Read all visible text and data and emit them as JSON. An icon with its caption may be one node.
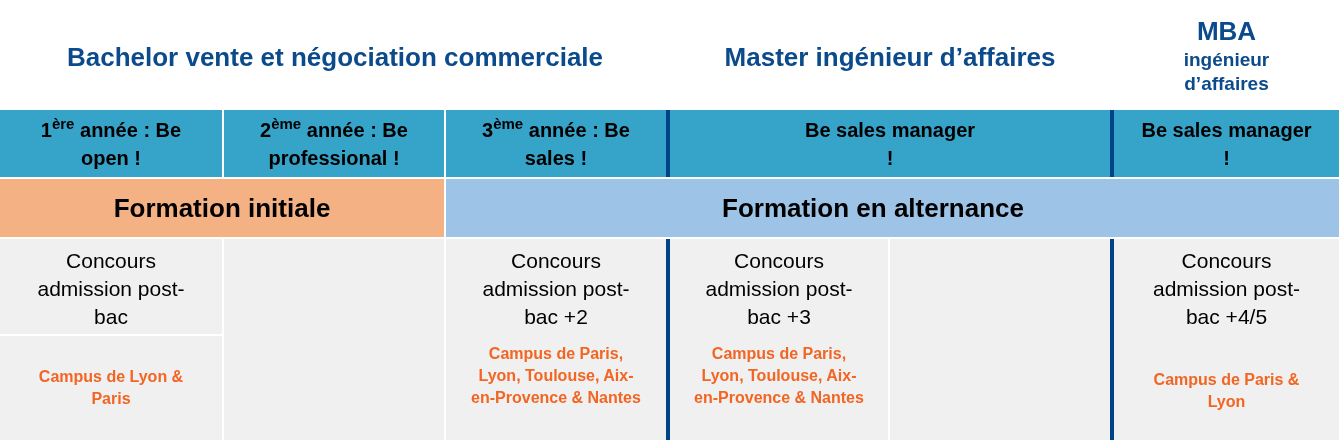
{
  "diagram": {
    "nodes": [
      {
        "text": [
          "1$^{ère}$ année : Be open !"
        ]
      },
      {
        "text": [
          "2$^{ème}$ année : Be professional !"
        ]
      },
      {
        "text": [
          "3$^{ème}$ année : Be sales !"
        ]
      },
      {
        "text": [
          "Be sales manager !"
        ]
      },
      {
        "text": [
          "Be sales manager !"
        ]
      },
      {
        "text": [
          "Formation initiale"
        ]
      },
      {
        "text": [
          "Formation en alternance"
        ]
      },
      {
        "text": [
          "Concours admission post-bac"
        ]
      },
      {
        "text": [
          "Campus de Lyon & Paris"
        ]
      },
      {
        "text": [],
        "shape": "box"
      },
      {
        "text": [
          "Concours admission post-bac +2",
          "Campus de Paris, Lyon, Toulouse, Aix-en-Provence & Nantes"
        ]
      },
      {
        "text": [
          "Concours admission post-bac +3",
          "Campus de Paris, Lyon, Toulouse, Aix-en-Provence & Nantes"
        ]
      },
      {
        "text": [],
        "shape": "box"
      },
      {
        "text": [
          "Concours admission post-bac +4/5",
          "Campus de Paris & Lyon"
        ]
      }
    ],
    "labels": [
      "Bachelor vente et négociation commerciale",
      "Master ingénieur d’affaires",
      "MBA",
      "ingénieur d’affaires"
    ]
  }
}
